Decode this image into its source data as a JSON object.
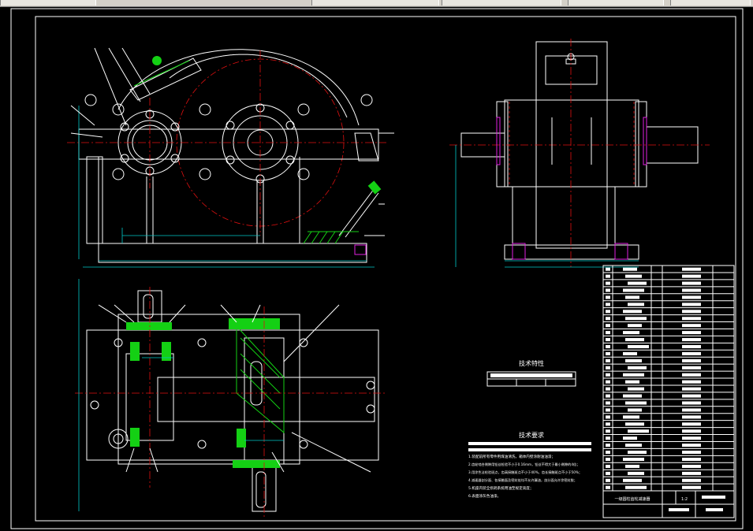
{
  "toolbar": {
    "items": [
      "",
      "",
      "",
      "",
      ""
    ]
  },
  "drawing": {
    "tech_char_title": "技术特性",
    "tech_char_row": [
      "",
      "",
      ""
    ],
    "tech_req_title": "技术要求",
    "tech_req_lines": [
      "1.装配前所有零件用煤油清洗，箱体内壁涂耐油油漆；",
      "2.齿轮啮合侧隙用铅丝检验不小于0.16mm，铅丝不得大于最小侧隙的4倍；",
      "3.用涂色法检验斑点，齿高接触斑点不小于40%，齿长接触斑点不小于50%；",
      "4.减速器剖分面、各接触面及密封处均不允许漏油，剖分面允许涂密封胶；",
      "5.机座内装全损耗系统用油至规定高度；",
      "6.表面涂灰色油漆。"
    ],
    "title_block_name": "一级圆柱齿轮减速器",
    "title_block_scale": "1:2"
  },
  "colors": {
    "background": "#000000",
    "outline": "#ffffff",
    "dimension": "#00c8c8",
    "centerline": "#e01010",
    "hatch": "#14d014",
    "bolt": "#e020e0"
  }
}
